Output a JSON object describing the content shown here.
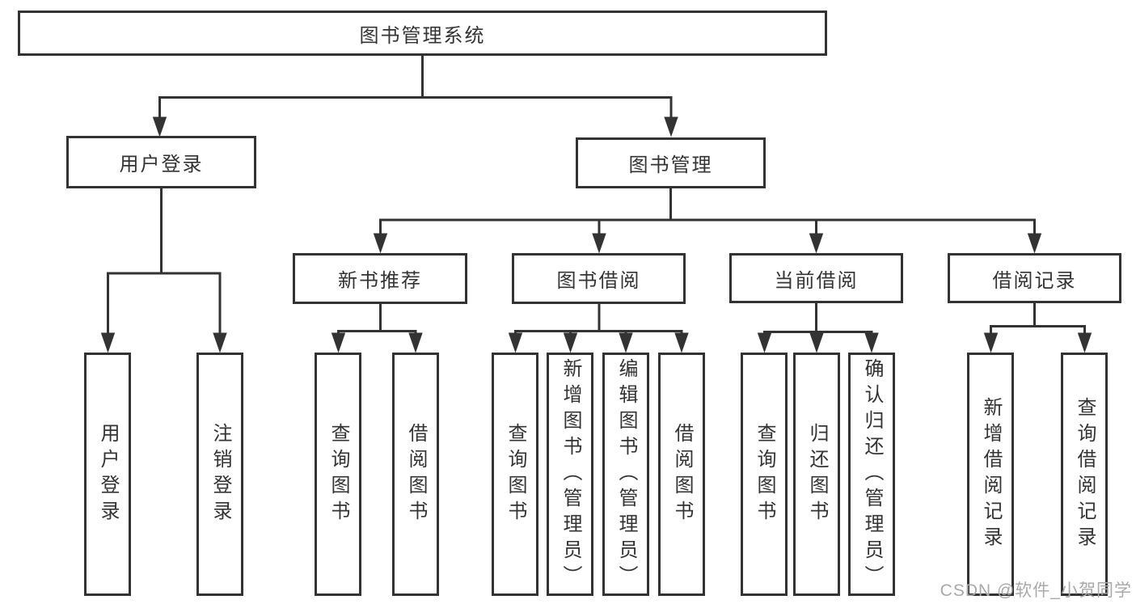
{
  "diagram": {
    "root": {
      "label": "图书管理系统"
    },
    "level2": {
      "user_login": {
        "label": "用户登录"
      },
      "book_mgmt": {
        "label": "图书管理"
      }
    },
    "level3": {
      "new_books": {
        "label": "新书推荐"
      },
      "book_borrow": {
        "label": "图书借阅"
      },
      "current_borrow": {
        "label": "当前借阅"
      },
      "borrow_records": {
        "label": "借阅记录"
      }
    },
    "leaves": {
      "user_login": {
        "label": "用户登录"
      },
      "logout": {
        "label": "注销登录"
      },
      "rec_query_books": {
        "label": "查询图书"
      },
      "rec_borrow_books": {
        "label": "借阅图书"
      },
      "bb_query_books": {
        "label": "查询图书"
      },
      "bb_add_books": {
        "label": "新增图书（管理员）"
      },
      "bb_edit_books": {
        "label": "编辑图书（管理员）"
      },
      "bb_borrow_books": {
        "label": "借阅图书"
      },
      "cb_query_books": {
        "label": "查询图书"
      },
      "cb_return_books": {
        "label": "归还图书"
      },
      "cb_confirm_return": {
        "label": "确认归还（管理员）"
      },
      "br_add_record": {
        "label": "新增借阅记录"
      },
      "br_query_record": {
        "label": "查询借阅记录"
      }
    }
  },
  "watermark": {
    "text": "CSDN @软件_小贺同学"
  },
  "colors": {
    "line": "#333333",
    "text": "#333333",
    "watermark": "#a9a9a9",
    "background": "#ffffff"
  }
}
